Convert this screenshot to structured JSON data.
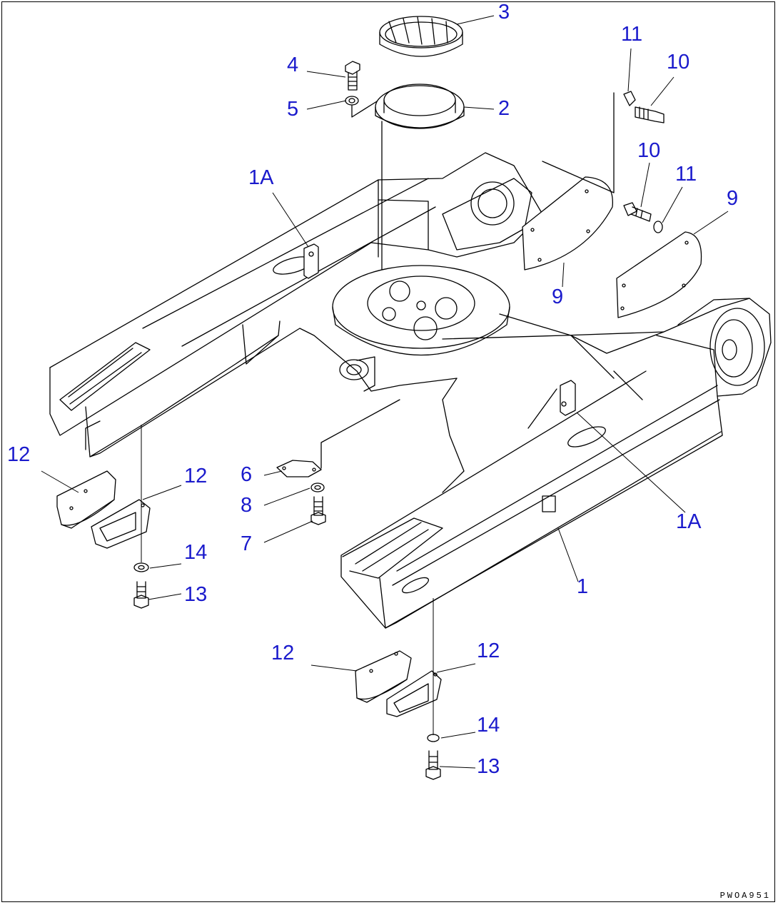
{
  "diagram": {
    "drawing_code": "PWOA951",
    "callouts": {
      "c1": "1",
      "c1a_left": "1A",
      "c1a_right": "1A",
      "c2": "2",
      "c3": "3",
      "c4": "4",
      "c5": "5",
      "c6": "6",
      "c7": "7",
      "c8": "8",
      "c9_left": "9",
      "c9_right": "9",
      "c10_top": "10",
      "c10_mid": "10",
      "c11_top": "11",
      "c11_mid": "11",
      "c12_a": "12",
      "c12_b": "12",
      "c12_c": "12",
      "c12_d": "12",
      "c13_left": "13",
      "c13_bottom": "13",
      "c14_left": "14",
      "c14_bottom": "14"
    },
    "colors": {
      "callout": "#1a1acc",
      "line": "#000000"
    }
  }
}
